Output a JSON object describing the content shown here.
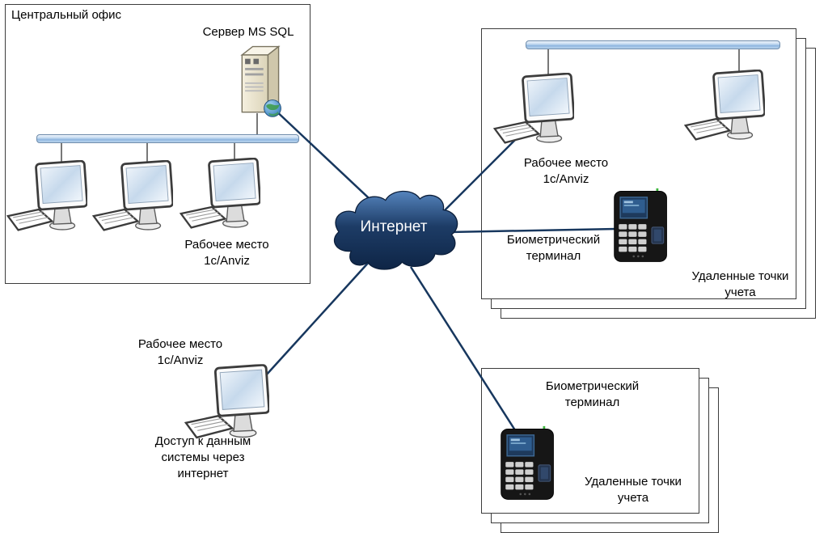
{
  "central_office": {
    "label": "Центральный офис",
    "server_label": "Сервер MS SQL",
    "workstation_label": "Рабочее место 1с/Anviz"
  },
  "internet": {
    "label": "Интернет"
  },
  "remote_site_top": {
    "workstation_label": "Рабочее место 1с/Anviz",
    "terminal_label": "Биометрический терминал",
    "group_label": "Удаленные точки учета"
  },
  "internet_workstation": {
    "workstation_label": "Рабочее место 1с/Anviz",
    "access_label": "Доступ к данным системы через интернет"
  },
  "remote_site_bottom": {
    "terminal_label": "Биометрический терминал",
    "group_label": "Удаленные точки учета"
  },
  "icons": {
    "server": "server-tower-with-globe",
    "workstation": "desktop-computer-with-keyboard",
    "terminal": "biometric-terminal-device",
    "internet": "cloud"
  },
  "colors": {
    "connection_line": "#17375e",
    "drop_line": "#4a4a4a",
    "box_border": "#3c3c3c",
    "bus_fill": "#aac9e8",
    "cloud_fill": "#16365c"
  }
}
